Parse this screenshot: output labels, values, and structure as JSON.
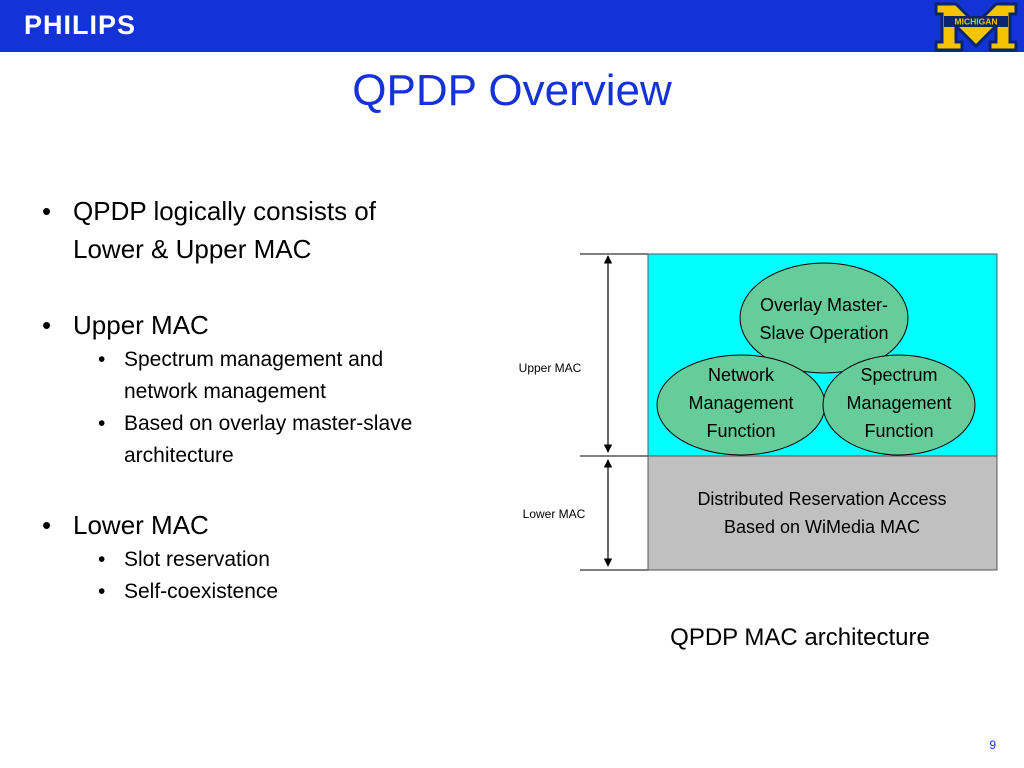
{
  "header": {
    "brand": "PHILIPS",
    "logo_text": "MICHIGAN",
    "bar_color": "#1433d6"
  },
  "title": "QPDP Overview",
  "bullets": {
    "item1_line1": "QPDP logically consists of",
    "item1_line2": "Lower & Upper MAC",
    "item2": "Upper MAC",
    "item2_sub1_line1": "Spectrum management and",
    "item2_sub1_line2": "network management",
    "item2_sub2_line1": "Based on overlay master-slave",
    "item2_sub2_line2": "architecture",
    "item3": "Lower MAC",
    "item3_sub1": "Slot reservation",
    "item3_sub2": "Self-coexistence"
  },
  "diagram": {
    "upper_label": "Upper MAC",
    "lower_label": "Lower MAC",
    "overlay_line1": "Overlay Master-",
    "overlay_line2": "Slave Operation",
    "network_line1": "Network",
    "network_line2": "Management",
    "network_line3": "Function",
    "spectrum_line1": "Spectrum",
    "spectrum_line2": "Management",
    "spectrum_line3": "Function",
    "lower_line1": "Distributed Reservation Access",
    "lower_line2": "Based on WiMedia MAC",
    "upper_color": "#00ffff",
    "lower_color": "#c0c0c0",
    "ellipse_color": "#66cc99"
  },
  "caption": "QPDP MAC architecture",
  "page_number": "9"
}
